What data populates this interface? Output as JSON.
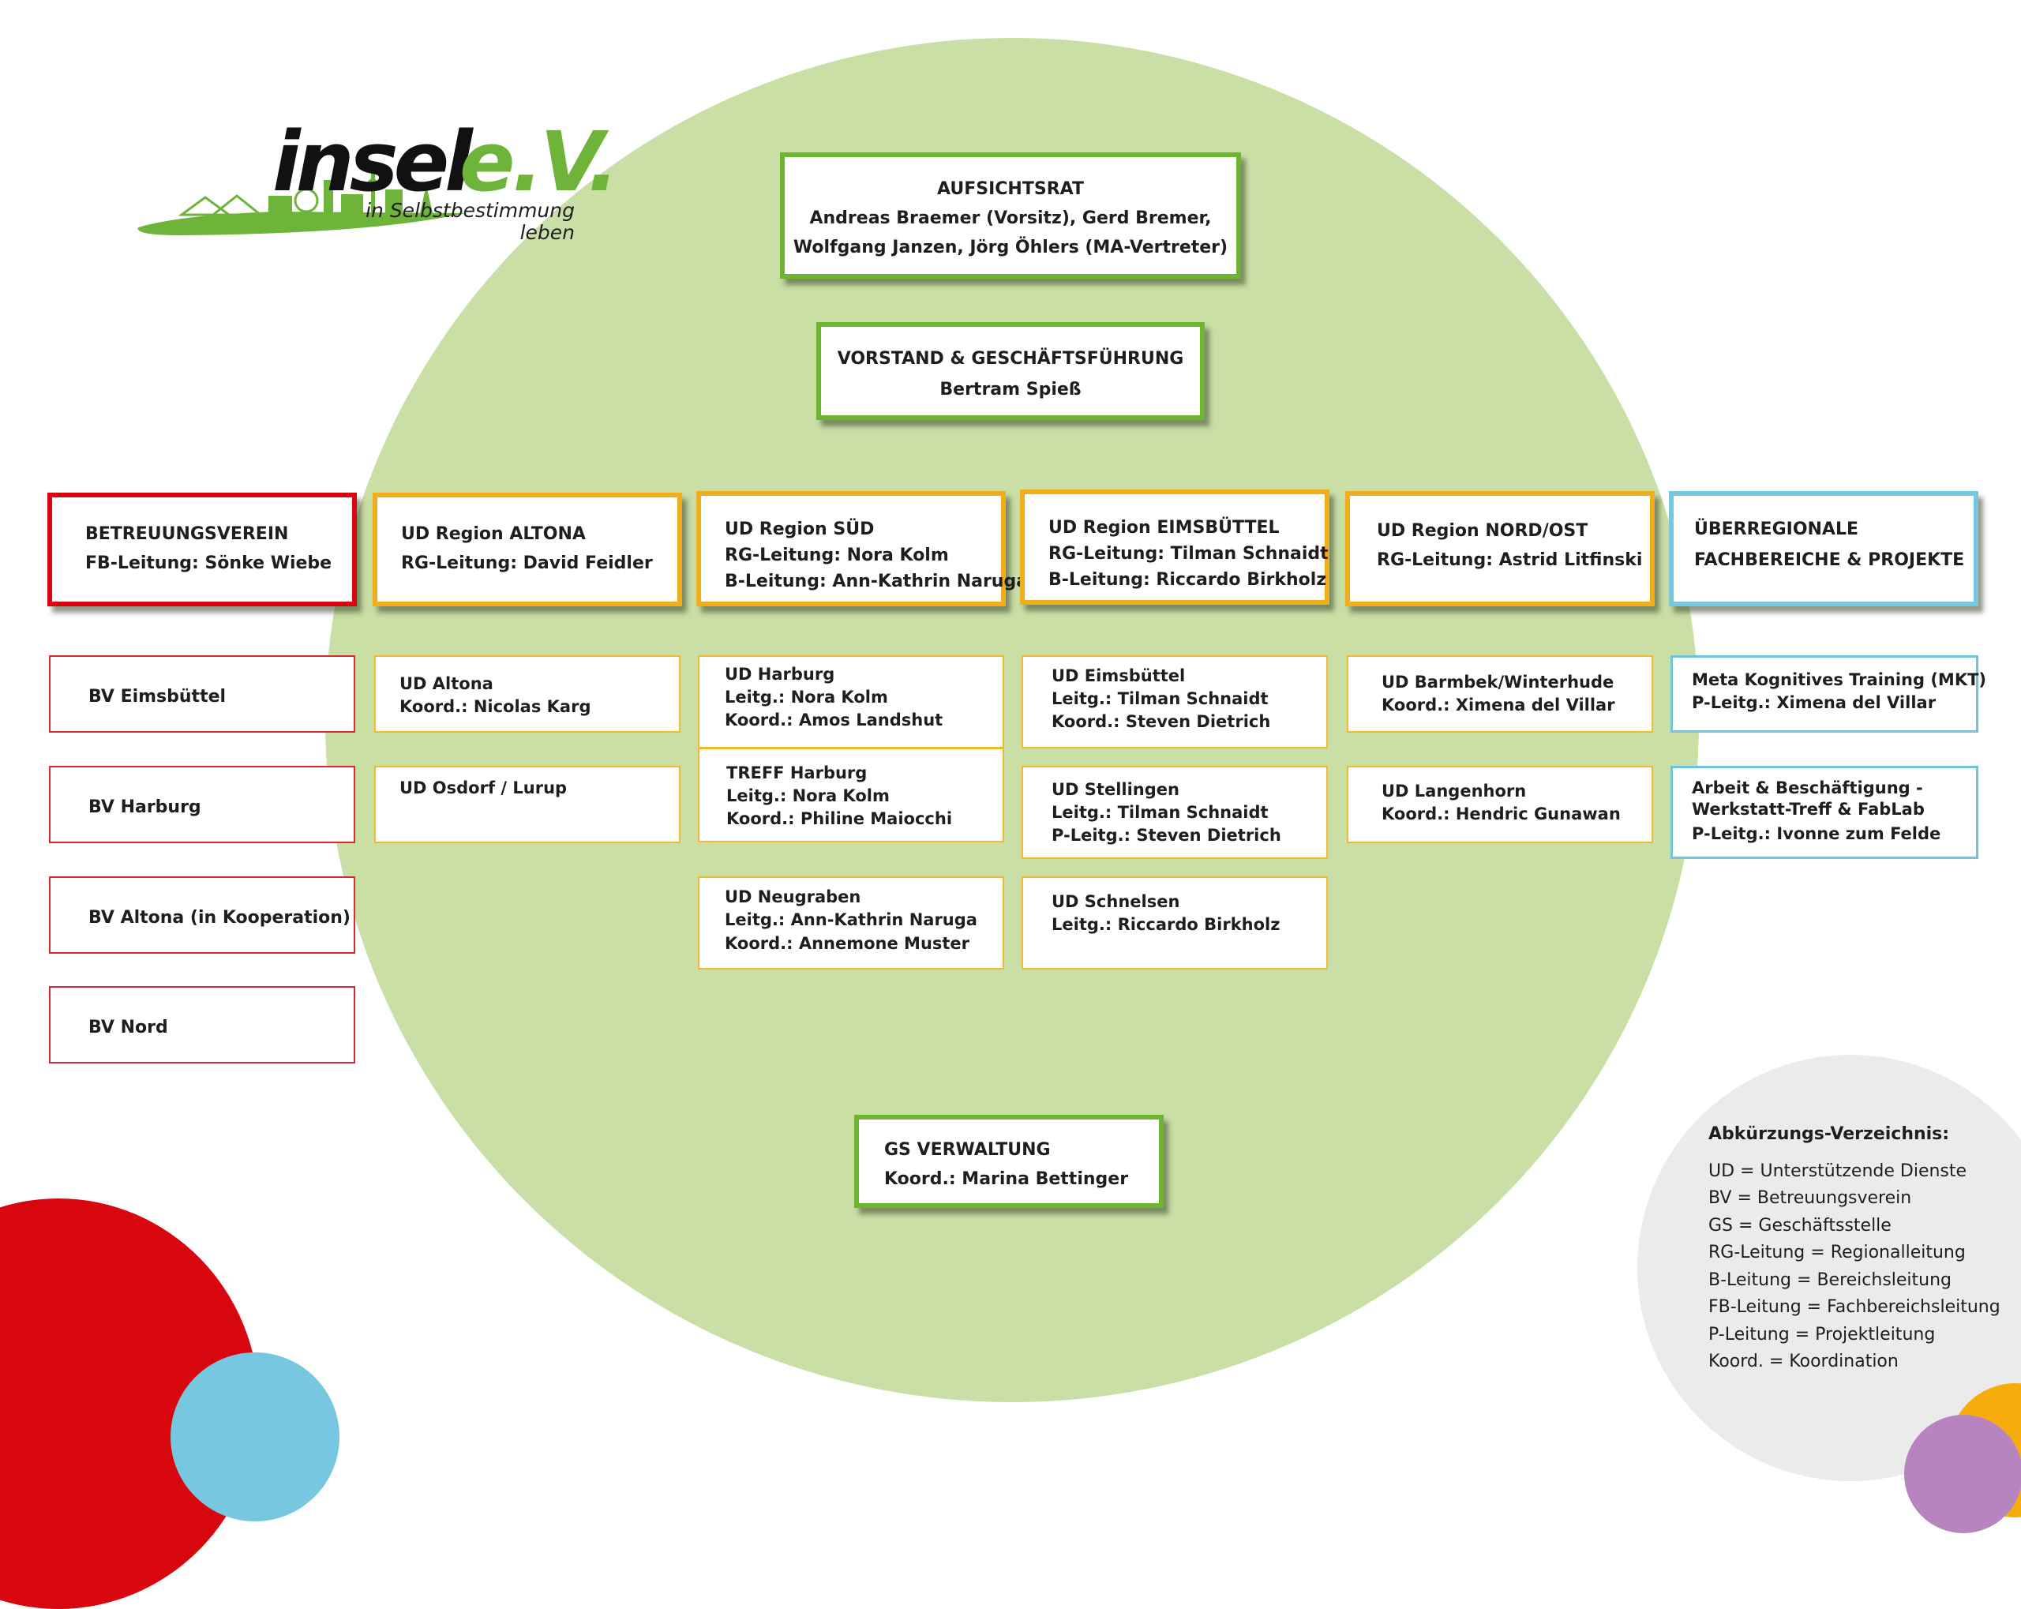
{
  "logo": {
    "word": "insel",
    "suffix": "e.V.",
    "tagline_1": "in Selbstbestimmung",
    "tagline_2": "leben",
    "brand_green": "#6fb43a"
  },
  "colors": {
    "board": "#6db62f",
    "betreuungsverein": "#d7060f",
    "regions": "#f2ad1a",
    "ueberregional": "#78c7e1",
    "background_circle": "#c9dfa6"
  },
  "top": {
    "aufsichtsrat": {
      "title": "AUFSICHTSRAT",
      "line_1": "Andreas Braemer (Vorsitz), Gerd Bremer,",
      "line_2": "Wolfgang Janzen, Jörg Öhlers (MA-Vertreter)"
    },
    "vorstand": {
      "title": "VORSTAND & GESCHÄFTSFÜHRUNG",
      "line_1": "Bertram Spieß"
    }
  },
  "columns": [
    {
      "header": {
        "title": "BETREUUNGSVEREIN",
        "lines": [
          "FB-Leitung: Sönke Wiebe"
        ]
      },
      "units": [
        {
          "title": "BV Eimsbüttel",
          "lines": []
        },
        {
          "title": "BV Harburg",
          "lines": []
        },
        {
          "title": "BV Altona (in Kooperation)",
          "lines": []
        },
        {
          "title": "BV Nord",
          "lines": []
        }
      ]
    },
    {
      "header": {
        "title": "UD Region ALTONA",
        "lines": [
          "RG-Leitung: David Feidler"
        ]
      },
      "units": [
        {
          "title": "UD Altona",
          "lines": [
            "Koord.: Nicolas Karg"
          ]
        },
        {
          "title": "UD Osdorf / Lurup",
          "lines": []
        }
      ]
    },
    {
      "header": {
        "title": "UD Region SÜD",
        "lines": [
          "RG-Leitung: Nora Kolm",
          "B-Leitung: Ann-Kathrin Naruga"
        ]
      },
      "units": [
        {
          "title": "UD Harburg",
          "lines": [
            "Leitg.: Nora Kolm",
            "Koord.: Amos Landshut"
          ]
        },
        {
          "title": "TREFF Harburg",
          "lines": [
            "Leitg.: Nora Kolm",
            "Koord.: Philine Maiocchi"
          ]
        },
        {
          "title": "UD Neugraben",
          "lines": [
            "Leitg.: Ann-Kathrin Naruga",
            "Koord.: Annemone Muster"
          ]
        }
      ]
    },
    {
      "header": {
        "title": "UD Region EIMSBÜTTEL",
        "lines": [
          "RG-Leitung: Tilman Schnaidt",
          "B-Leitung: Riccardo Birkholz"
        ]
      },
      "units": [
        {
          "title": "UD Eimsbüttel",
          "lines": [
            "Leitg.: Tilman Schnaidt",
            "Koord.: Steven Dietrich"
          ]
        },
        {
          "title": "UD Stellingen",
          "lines": [
            "Leitg.: Tilman Schnaidt",
            "P-Leitg.: Steven Dietrich"
          ]
        },
        {
          "title": "UD Schnelsen",
          "lines": [
            "Leitg.: Riccardo Birkholz"
          ]
        }
      ]
    },
    {
      "header": {
        "title": "UD Region NORD/OST",
        "lines": [
          "RG-Leitung: Astrid Litfinski"
        ]
      },
      "units": [
        {
          "title": "UD Barmbek/Winterhude",
          "lines": [
            "Koord.: Ximena del Villar"
          ]
        },
        {
          "title": "UD Langenhorn",
          "lines": [
            "Koord.: Hendric Gunawan"
          ]
        }
      ]
    },
    {
      "header": {
        "title": "ÜBERREGIONALE",
        "lines": [
          "FACHBEREICHE & PROJEKTE"
        ]
      },
      "units": [
        {
          "title": "Meta Kognitives Training (MKT)",
          "lines": [
            "P-Leitg.: Ximena del Villar"
          ]
        },
        {
          "title": "Arbeit & Beschäftigung -",
          "lines": [
            "Werkstatt-Treff & FabLab",
            "P-Leitg.: Ivonne zum Felde"
          ]
        }
      ]
    }
  ],
  "gs_verwaltung": {
    "title": "GS VERWALTUNG",
    "line_1": "Koord.: Marina Bettinger"
  },
  "legend": {
    "title": "Abkürzungs-Verzeichnis:",
    "entries": [
      "UD = Unterstützende Dienste",
      "BV = Betreuungsverein",
      "GS = Geschäftsstelle",
      "RG-Leitung = Regionalleitung",
      "B-Leitung = Bereichsleitung",
      "FB-Leitung = Fachbereichsleitung",
      "P-Leitung = Projektleitung",
      "Koord. = Koordination"
    ]
  }
}
